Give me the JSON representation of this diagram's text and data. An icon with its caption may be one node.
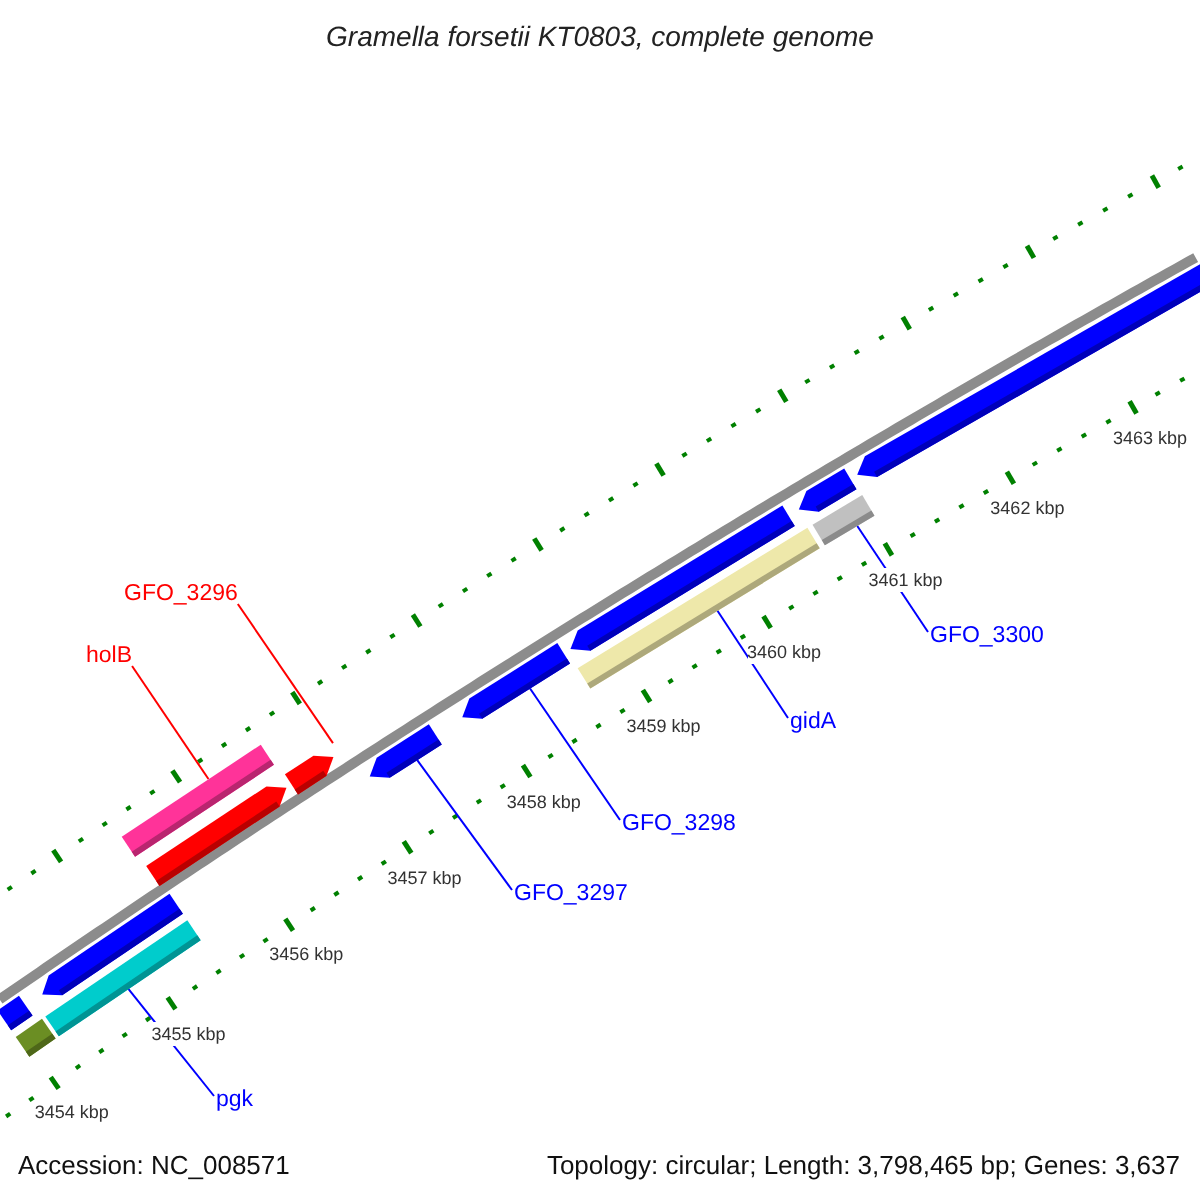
{
  "diagram": {
    "title": "Gramella forsetii KT0803, complete genome",
    "nodes": [
      {
        "text": [
          "GFO_3296"
        ]
      },
      {
        "text": [
          "holB"
        ]
      },
      {
        "text": [
          "GFO_3300"
        ]
      },
      {
        "text": [
          "gidA"
        ]
      },
      {
        "text": [
          "GFO_3298"
        ]
      },
      {
        "text": [
          "GFO_3297"
        ]
      },
      {
        "text": [
          "pgk"
        ]
      },
      {
        "text": [],
        "shape": "bar"
      },
      {
        "text": [],
        "shape": "bar"
      },
      {
        "text": [],
        "shape": "arrow"
      },
      {
        "text": [],
        "shape": "bar"
      },
      {
        "text": [],
        "shape": "bar"
      },
      {
        "text": [],
        "shape": "arrow"
      },
      {
        "text": [],
        "shape": "arrow"
      },
      {
        "text": [],
        "shape": "arrow"
      },
      {
        "text": [],
        "shape": "arrow"
      },
      {
        "text": [],
        "shape": "arrow"
      },
      {
        "text": [],
        "shape": "bar"
      },
      {
        "text": [],
        "shape": "arrow"
      },
      {
        "text": [],
        "shape": "bar"
      },
      {
        "text": [],
        "shape": "arrow"
      }
    ],
    "edges": [
      {
        "from": 0,
        "to": 13,
        "arrow": "none",
        "color": "#ff0000"
      },
      {
        "from": 1,
        "to": 11,
        "arrow": "none",
        "color": "#ff0000"
      },
      {
        "from": 2,
        "to": 19,
        "arrow": "none"
      },
      {
        "from": 3,
        "to": 17,
        "arrow": "none"
      },
      {
        "from": 4,
        "to": 15,
        "arrow": "none"
      },
      {
        "from": 5,
        "to": 14,
        "arrow": "none"
      },
      {
        "from": 6,
        "to": 10,
        "arrow": "none"
      }
    ],
    "labels": [
      "3463 kbp",
      "3462 kbp",
      "3461 kbp",
      "3460 kbp",
      "3459 kbp",
      "3458 kbp",
      "3457 kbp",
      "3456 kbp",
      "3455 kbp",
      "3454 kbp",
      "Accession: NC_008571",
      "Topology: circular; Length: 3,798,465 bp; Genes: 3,637"
    ]
  }
}
